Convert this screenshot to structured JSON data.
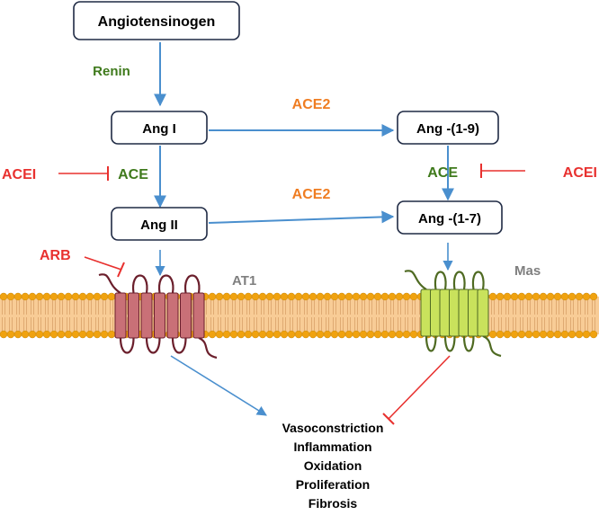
{
  "nodes": {
    "angiotensinogen": "Angiotensinogen",
    "ang1": "Ang I",
    "ang2": "Ang II",
    "ang19": "Ang -(1-9)",
    "ang17": "Ang -(1-7)"
  },
  "enzymes": {
    "renin": "Renin",
    "ace_left": "ACE",
    "ace_right": "ACE",
    "ace2_top": "ACE2",
    "ace2_bottom": "ACE2"
  },
  "inhibitors": {
    "acei_left": "ACEI",
    "acei_right": "ACEI",
    "arb": "ARB"
  },
  "receptors": {
    "at1": "AT1",
    "mas": "Mas"
  },
  "effects": [
    "Vasoconstriction",
    "Inflammation",
    "Oxidation",
    "Proliferation",
    "Fibrosis"
  ],
  "colors": {
    "arrow_blue": "#4a8fce",
    "inhibit_red": "#e8312f",
    "enzyme_green": "#3f7a1c",
    "ace2_orange": "#ef7d22",
    "receptor_gray": "#7f7f7f",
    "membrane_head": "#f0a20f",
    "membrane_fill": "#f8cc96",
    "at1_helix": "#c97077",
    "at1_loop": "#6b1f2c",
    "mas_helix": "#c9e25c",
    "mas_loop": "#4f6a22"
  }
}
